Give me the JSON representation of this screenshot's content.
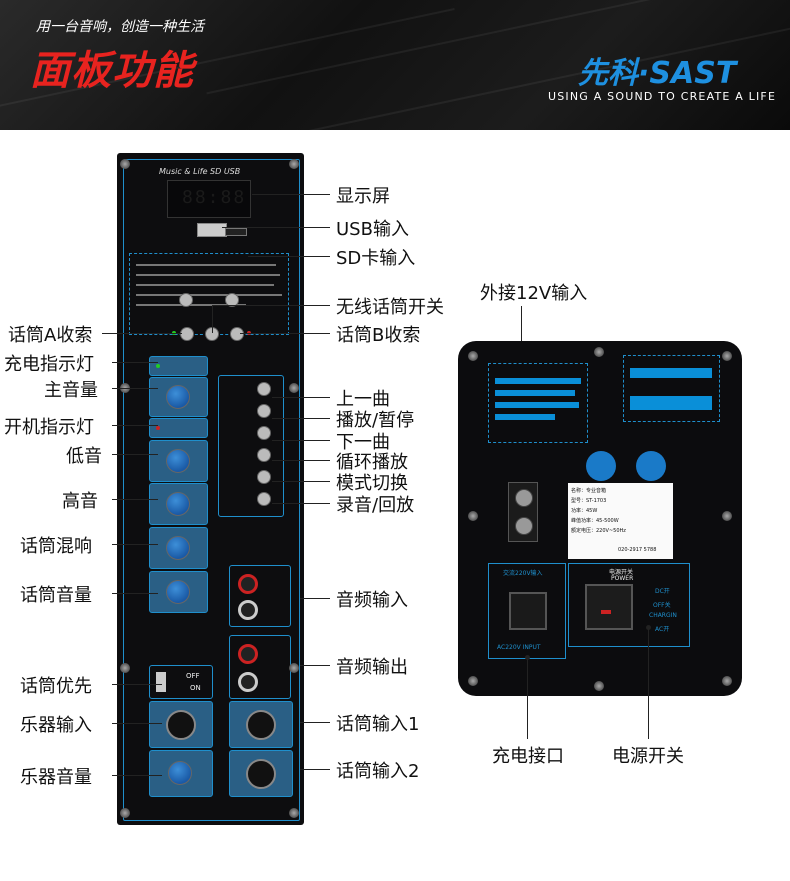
{
  "header": {
    "tagline": "用一台音响，创造一种生活",
    "title": "面板功能",
    "brand": "先科·SAST",
    "slogan": "USING A SOUND TO CREATE A LIFE"
  },
  "front_panel": {
    "brand_text": "Music & Life SD USB",
    "display_digits": "88:88"
  },
  "front_labels_right": {
    "display": "显示屏",
    "usb": "USB输入",
    "sd": "SD卡输入",
    "wireless_mic": "无线话筒开关",
    "mic_b": "话筒B收索",
    "prev": "上一曲",
    "play": "播放/暂停",
    "next": "下一曲",
    "loop": "循环播放",
    "mode": "模式切换",
    "record": "录音/回放",
    "audio_in": "音频输入",
    "audio_out": "音频输出",
    "mic_in1": "话筒输入1",
    "mic_in2": "话筒输入2"
  },
  "front_labels_left": {
    "mic_a": "话筒A收索",
    "charge_led": "充电指示灯",
    "master_vol": "主音量",
    "power_led": "开机指示灯",
    "bass": "低音",
    "treble": "高音",
    "echo": "话筒混响",
    "mic_vol": "话筒音量",
    "mic_priority": "话筒优先",
    "inst_in": "乐器输入",
    "inst_vol": "乐器音量"
  },
  "back_labels": {
    "ext12v": "外接12V输入",
    "charge_port": "充电接口",
    "power_switch": "电源开关"
  },
  "back_panel": {
    "ac_label": "交流220V输入",
    "ac_input": "AC220V INPUT",
    "power_title": "电源开关",
    "power_en": "POWER",
    "dc_on": "DC开",
    "off": "OFF关",
    "charging": "CHARGIN",
    "ac_on": "AC开",
    "name_line": "名称：专业音箱",
    "model_line": "型号：ST-1703",
    "power_line": "功率：45W",
    "peak_line": "峰值功率：45-500W",
    "voltage_line": "额定电压：220V~50Hz",
    "phone_line": "020-2917 5788",
    "mic_off": "OFF",
    "mic_on": "ON"
  },
  "colors": {
    "accent_blue": "#1f8fcc",
    "title_red": "#e8231f",
    "brand_blue": "#1e90e0"
  }
}
